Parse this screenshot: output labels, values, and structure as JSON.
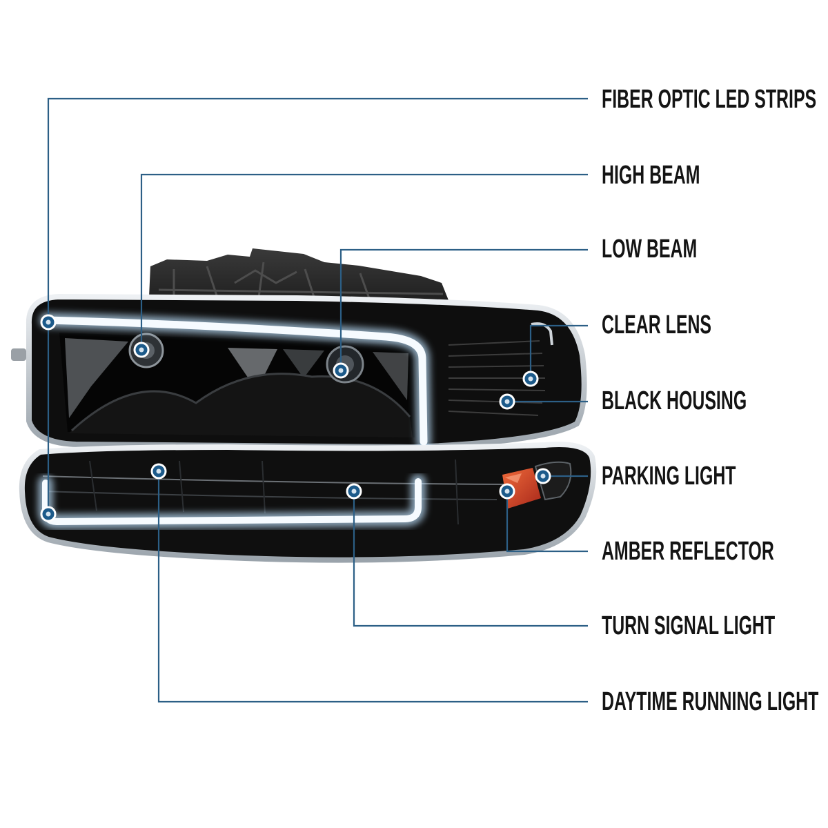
{
  "callouts": [
    {
      "label": "FIBER OPTIC LED STRIPS"
    },
    {
      "label": "HIGH BEAM"
    },
    {
      "label": "LOW BEAM"
    },
    {
      "label": "CLEAR LENS"
    },
    {
      "label": "BLACK HOUSING"
    },
    {
      "label": "PARKING LIGHT"
    },
    {
      "label": "AMBER REFLECTOR"
    },
    {
      "label": "TURN SIGNAL LIGHT"
    },
    {
      "label": "DAYTIME RUNNING LIGHT"
    }
  ],
  "colors": {
    "background": "#ffffff",
    "callout_line": "#2c5f86",
    "callout_dot": "#1c5a8a",
    "housing": "#0e0e0e",
    "chrome_rim": "#c4cbd1",
    "led_strip": "#f6fbff",
    "amber_reflector": "#d2452b"
  }
}
